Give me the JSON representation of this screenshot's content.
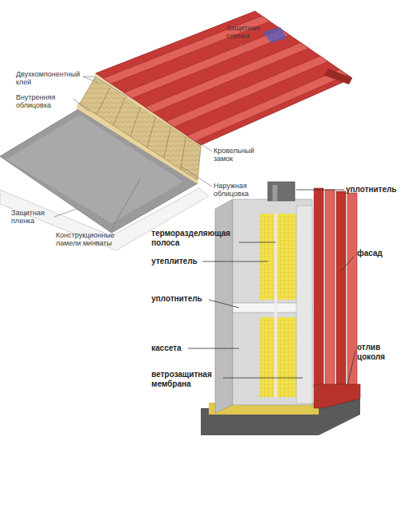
{
  "diagram": {
    "labels": [
      "Защитная пленка",
      "Двухкомпонентный клей",
      "Внутренняя облицовка",
      "Кровельный замок",
      "Наружная облицовка",
      "Защитная пленка",
      "Конструкционные ламели минваты",
      "уплотнитель",
      "терморазделяющая полоса",
      "утеплитель",
      "уплотнитель",
      "фасад",
      "кассета",
      "отлив цоколя",
      "ветрозащитная мембрана"
    ]
  }
}
